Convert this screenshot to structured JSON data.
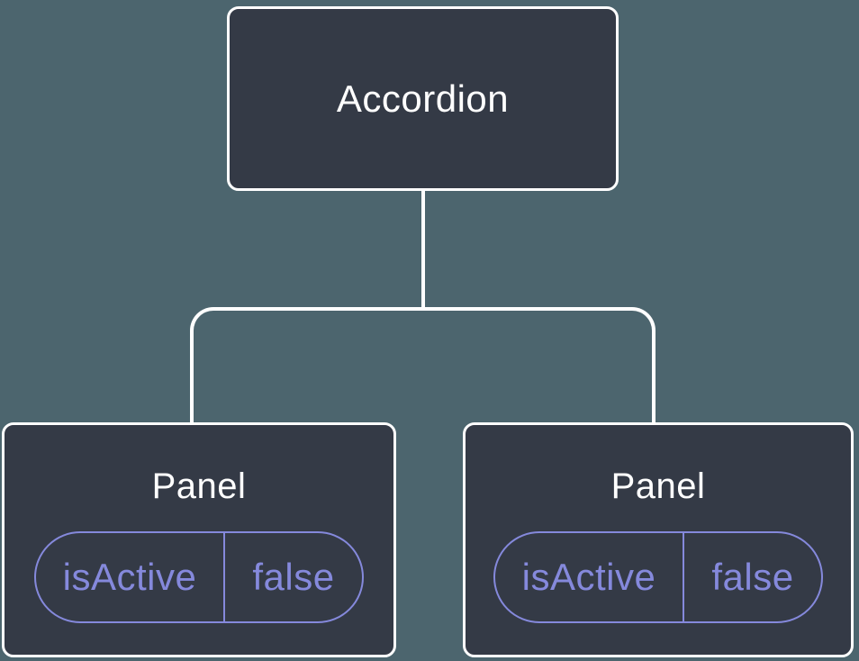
{
  "colors": {
    "background": "#4C656E",
    "card": "#343A46",
    "card_border": "#FFFFFF",
    "line": "#FFFFFF",
    "accent_purple": "#8589DC",
    "text_white": "#FFFFFF"
  },
  "diagram": {
    "type": "component-tree",
    "root": {
      "label": "Accordion"
    },
    "children": [
      {
        "label": "Panel",
        "state": {
          "key": "isActive",
          "value": "false"
        }
      },
      {
        "label": "Panel",
        "state": {
          "key": "isActive",
          "value": "false"
        }
      }
    ]
  }
}
